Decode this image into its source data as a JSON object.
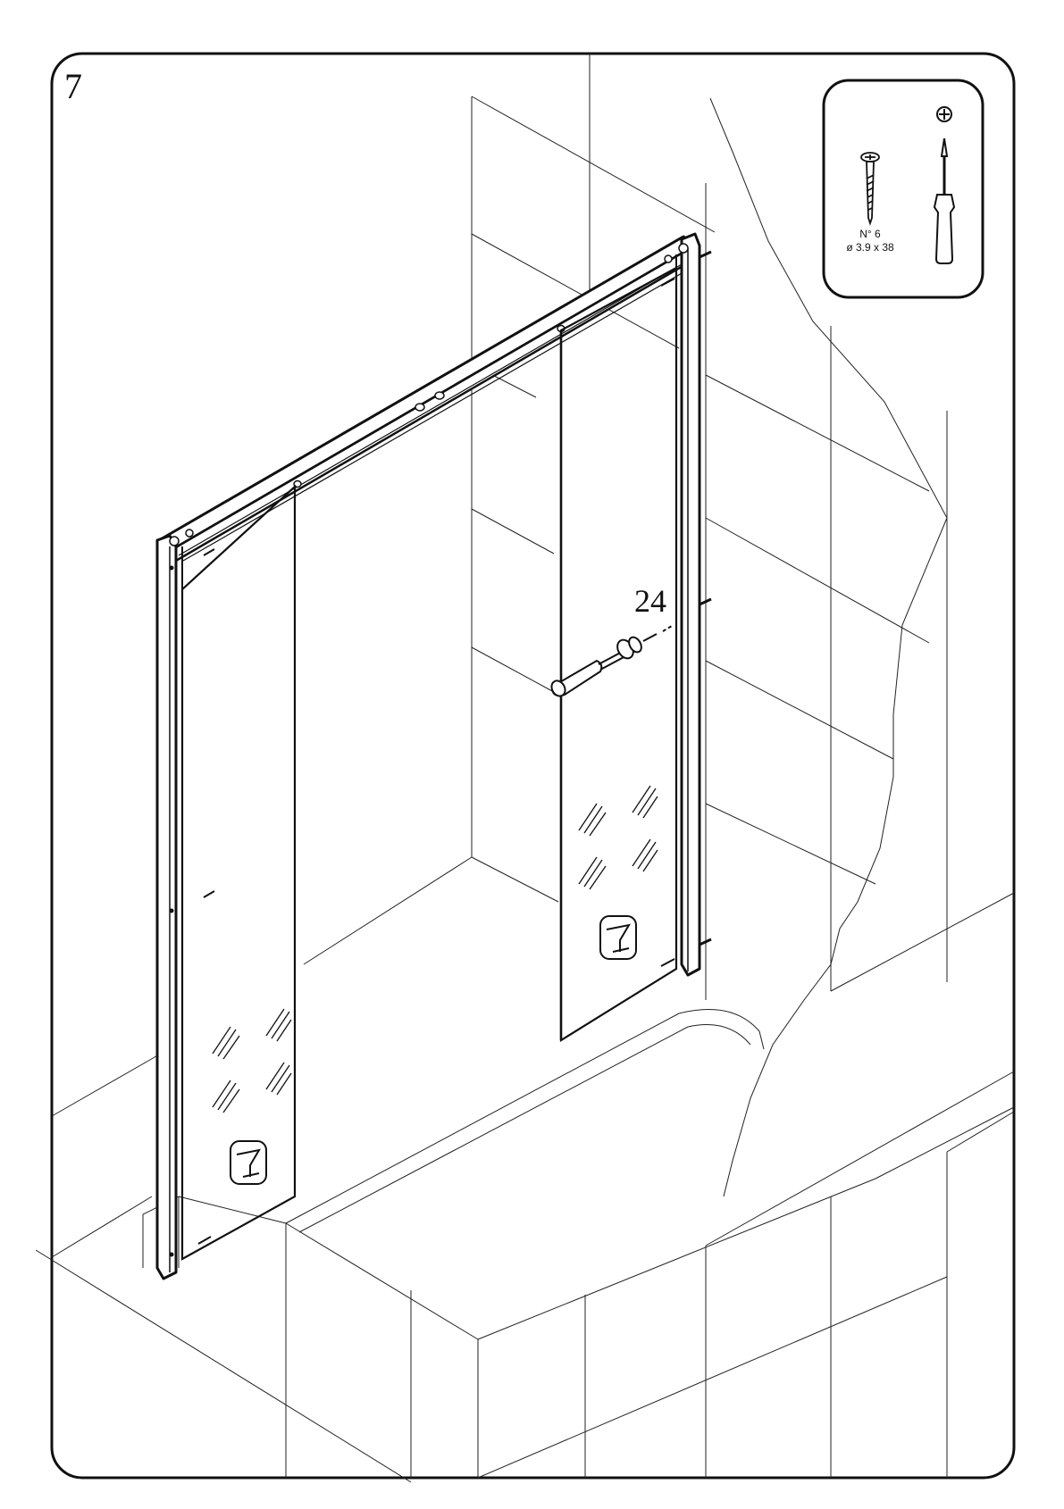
{
  "step": {
    "number": "7"
  },
  "callout": {
    "part_number": "24"
  },
  "parts_box": {
    "screw_label_line1": "N° 6",
    "screw_label_line2": "ø 3.9 x 38",
    "screw_icon": "screw-icon",
    "screwdriver_icon": "phillips-screwdriver-icon",
    "driver_tip_icon": "phillips-head-icon"
  },
  "colors": {
    "line": "#111111",
    "background": "#ffffff"
  }
}
